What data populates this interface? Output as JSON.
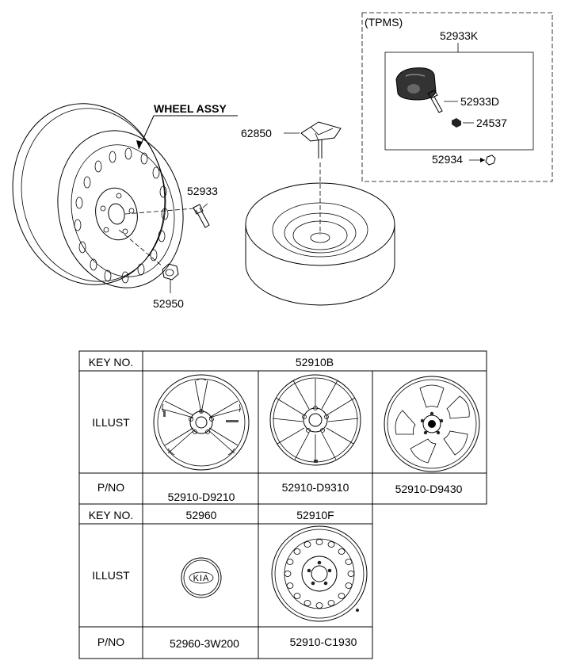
{
  "callouts": {
    "wheel_assy": "WHEEL ASSY",
    "lug_bolt": "52933",
    "lug_nut": "52950",
    "spare_holder": "62850",
    "tpms_title": "(TPMS)",
    "tpms_sensor": "52933K",
    "tpms_valve": "52933D",
    "tpms_cap": "24537",
    "tpms_nut": "52934"
  },
  "table1": {
    "key_label": "KEY NO.",
    "key_value": "52910B",
    "illust_label": "ILLUST",
    "pno_label": "P/NO",
    "parts": [
      "52910-D9210",
      "52910-D9310",
      "52910-D9430"
    ]
  },
  "table2": {
    "key_label": "KEY NO.",
    "keys": [
      "52960",
      "52910F"
    ],
    "illust_label": "ILLUST",
    "pno_label": "P/NO",
    "parts": [
      "52960-3W200",
      "52910-C1930"
    ],
    "cap_logo": "KIA"
  }
}
